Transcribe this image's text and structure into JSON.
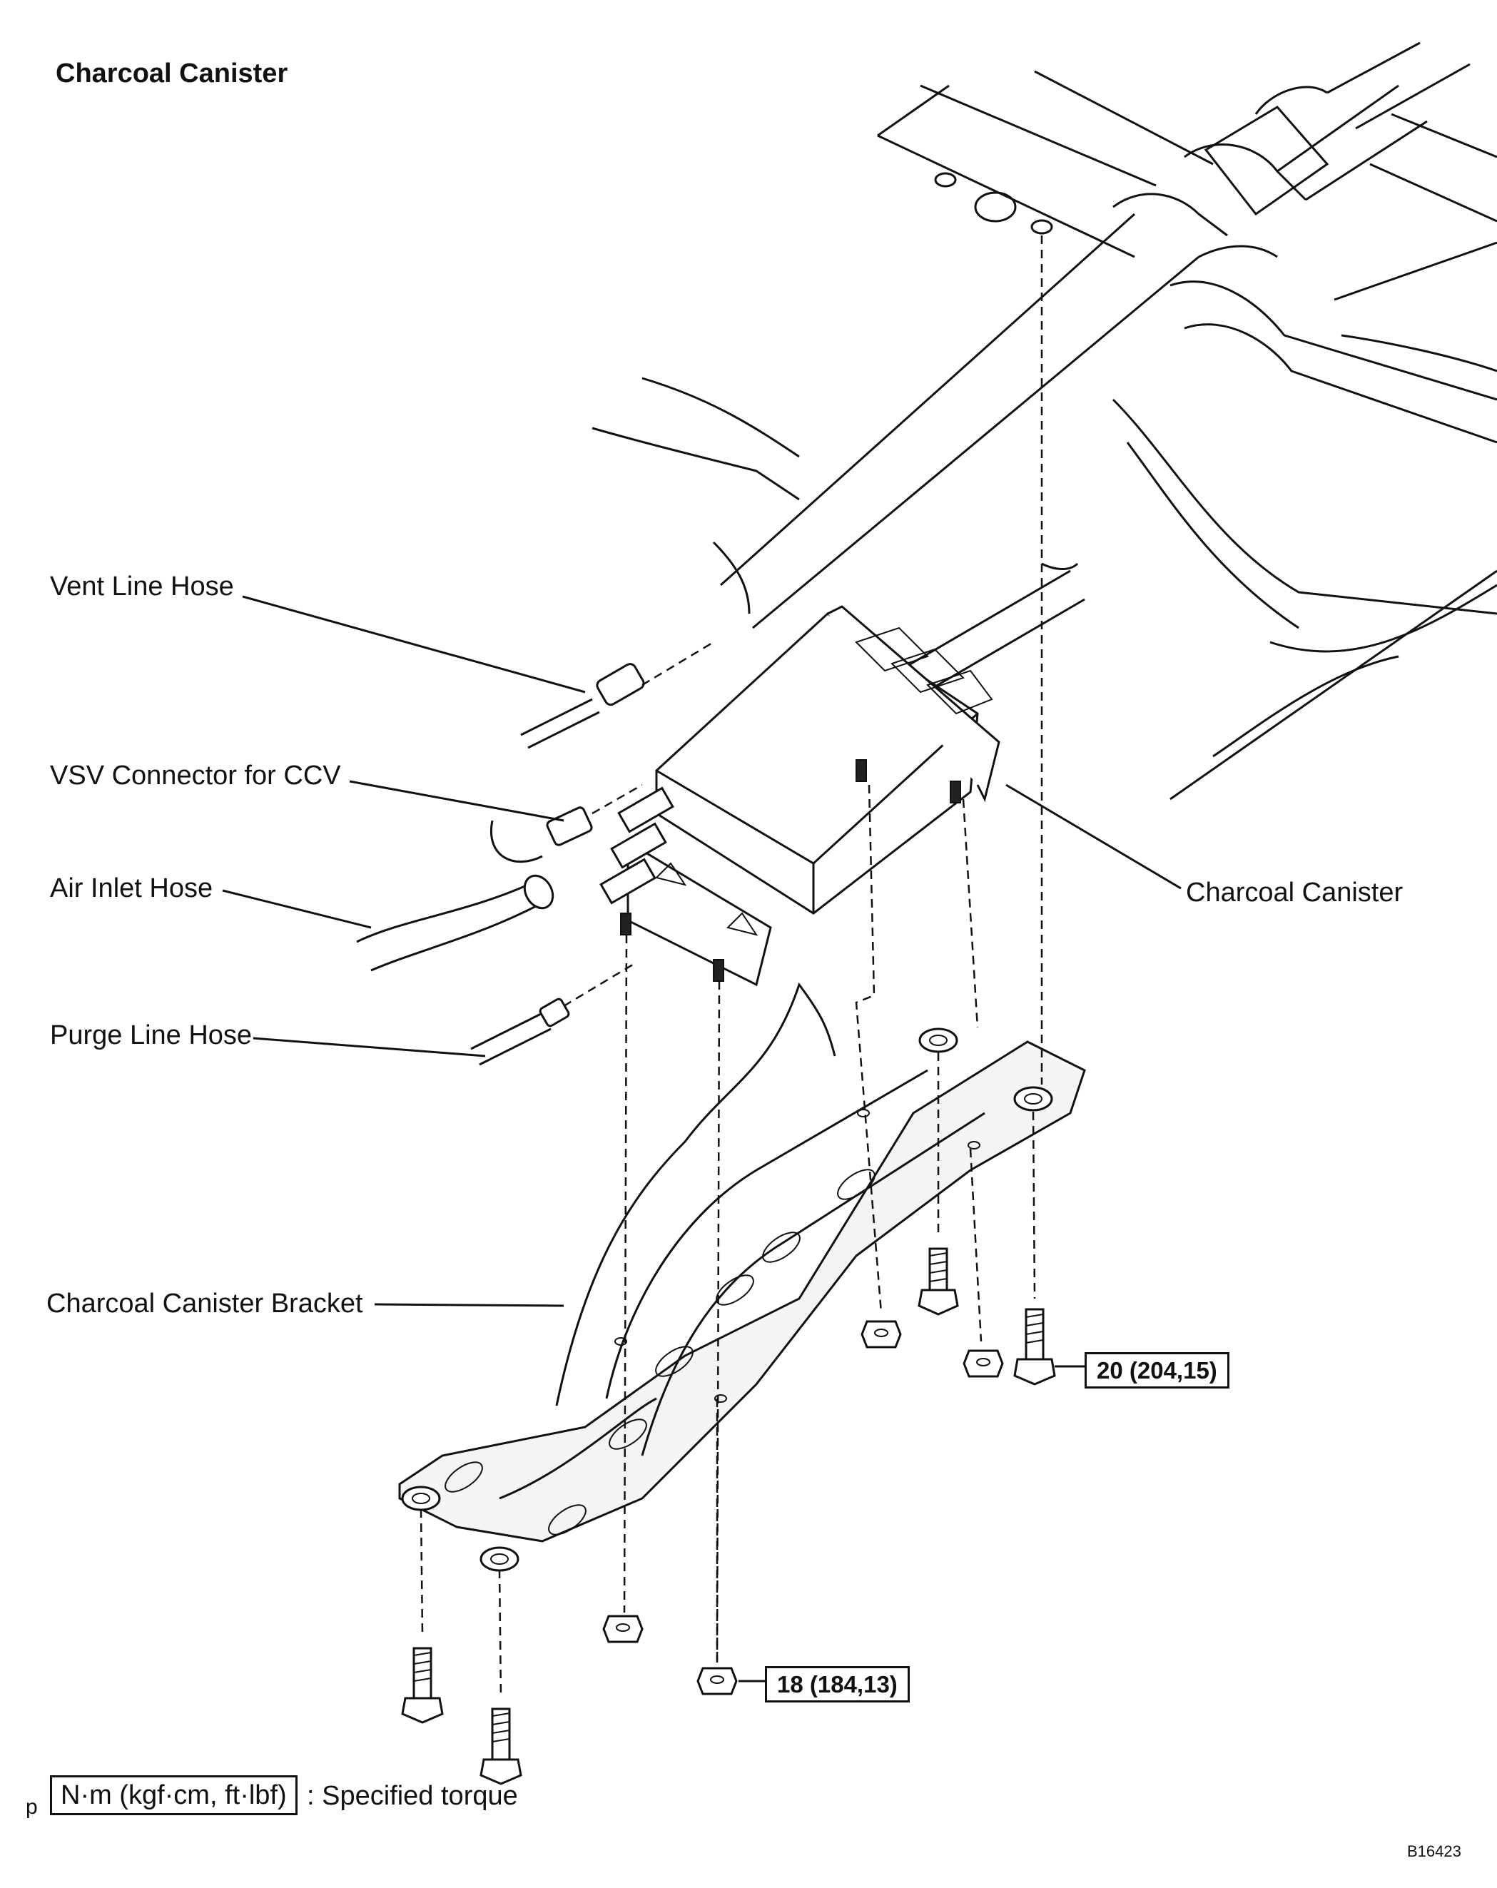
{
  "title": "Charcoal Canister",
  "labels": {
    "vent_line_hose": "Vent Line Hose",
    "vsv_connector": "VSV Connector for CCV",
    "air_inlet_hose": "Air Inlet Hose",
    "purge_line_hose": "Purge Line Hose",
    "charcoal_canister": "Charcoal Canister",
    "charcoal_canister_bracket": "Charcoal Canister Bracket"
  },
  "torques": {
    "bracket_bolts": "20 (204,15)",
    "bracket_nuts": "18 (184,13)"
  },
  "legend": {
    "prefix": "p",
    "box": "N·m (kgf·cm, ft·lbf)",
    "text": ": Specified torque"
  },
  "figure_code": "B16423"
}
